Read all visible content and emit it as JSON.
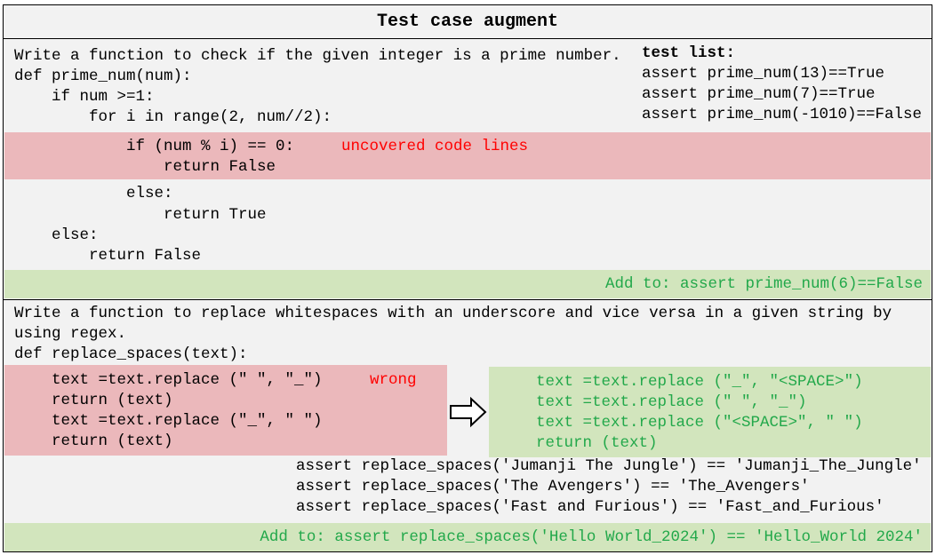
{
  "title": "Test case augment",
  "example1": {
    "prompt": "Write a function to check if the given integer is a prime number.",
    "code_before": [
      "def prime_num(num):",
      "    if num >=1:",
      "        for i in range(2, num//2):"
    ],
    "uncovered_lines": [
      "            if (num % i) == 0:",
      "                return False"
    ],
    "uncovered_label": "uncovered code lines",
    "code_after": [
      "            else:",
      "                return True",
      "    else:",
      "        return False"
    ],
    "test_list_label": "test list:",
    "test_list": [
      "assert prime_num(13)==True",
      "assert prime_num(7)==True",
      "assert prime_num(-1010)==False"
    ],
    "add_to": "Add to: assert prime_num(6)==False"
  },
  "example2": {
    "prompt_lines": [
      "Write a function to replace whitespaces with an underscore and vice versa in a given string by",
      "using regex."
    ],
    "def_line": "def replace_spaces(text):",
    "wrong_code": [
      "    text =text.replace (\" \", \"_\")",
      "    return (text)",
      "    text =text.replace (\"_\", \" \")",
      "    return (text)"
    ],
    "wrong_label": "wrong",
    "fixed_code": [
      "    text =text.replace (\"_\", \"<SPACE>\")",
      "    text =text.replace (\" \", \"_\")",
      "    text =text.replace (\"<SPACE>\", \" \")",
      "    return (text)"
    ],
    "asserts": [
      "assert replace_spaces('Jumanji The Jungle') == 'Jumanji_The_Jungle'",
      "assert replace_spaces('The Avengers') == 'The_Avengers'",
      "assert replace_spaces('Fast and Furious') == 'Fast_and_Furious'"
    ],
    "add_to": "Add to: assert replace_spaces('Hello World_2024') == 'Hello_World 2024'"
  },
  "colors": {
    "uncovered_bg": "#ebb8bb",
    "added_bg": "#d2e5bd",
    "red_text": "#ff0000",
    "green_text": "#22a84a"
  }
}
